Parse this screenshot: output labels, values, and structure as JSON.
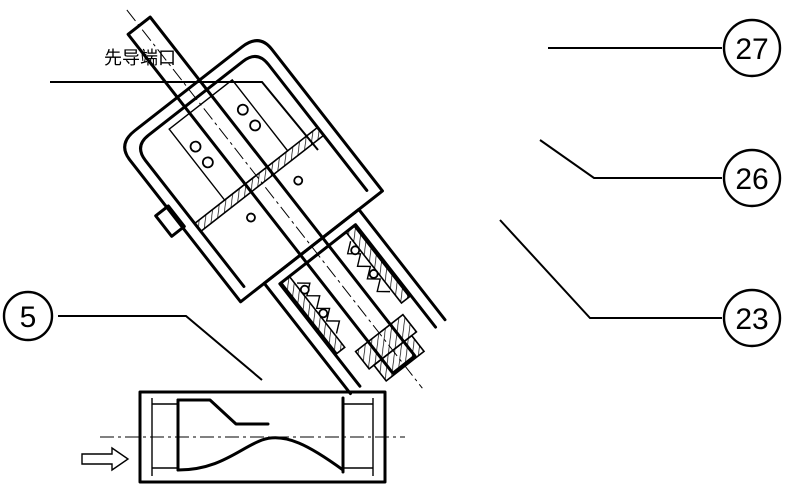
{
  "labels": {
    "pilot_port": "先导端口"
  },
  "callouts": {
    "c27": "27",
    "c26": "26",
    "c23": "23",
    "c5": "5"
  },
  "colors": {
    "line": "#000000",
    "background": "#ffffff"
  },
  "icons": {
    "flow_arrow": "flow-direction-arrow"
  }
}
